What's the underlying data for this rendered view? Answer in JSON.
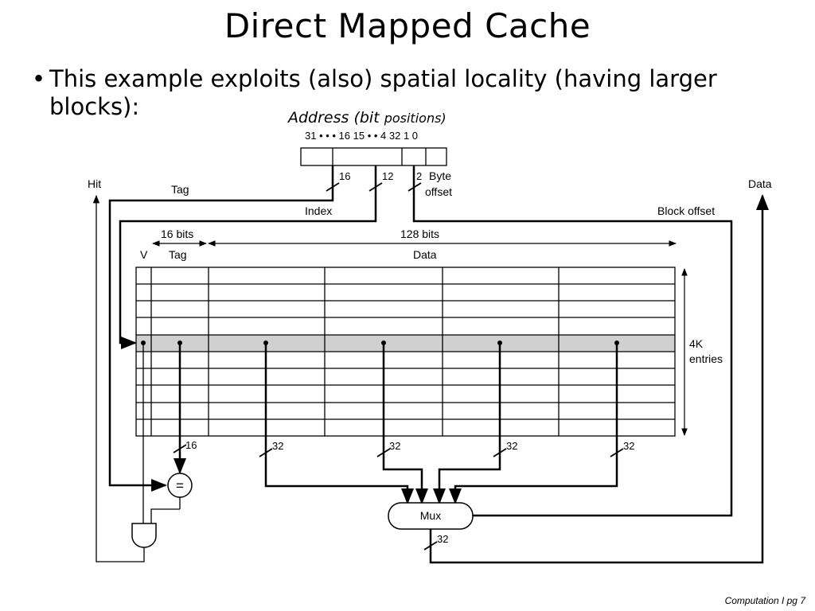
{
  "slide": {
    "title": "Direct Mapped Cache",
    "bullet_marker": "•",
    "bullet": "This example exploits (also) spatial locality (having larger blocks):",
    "footer": "Computation I  pg 7"
  },
  "diagram": {
    "address_title_main": "Address (bit ",
    "address_title_small": "positions)",
    "bit_positions": "31 • • • 16  15 • •  4  32 1 0",
    "field_widths": {
      "tag": "16",
      "index": "12",
      "offset": "2"
    },
    "labels": {
      "byte": "Byte",
      "offset": "offset",
      "hit": "Hit",
      "data": "Data",
      "tag": "Tag",
      "index": "Index",
      "block_offset": "Block offset",
      "tag_bits": "16 bits",
      "data_bits": "128 bits",
      "v": "V",
      "col_tag": "Tag",
      "col_data": "Data",
      "entries_1": "4K",
      "entries_2": "entries",
      "comparator": "=",
      "mux": "Mux"
    },
    "bus_widths": [
      "16",
      "32",
      "32",
      "32",
      "32"
    ],
    "mux_out_width": "32"
  }
}
